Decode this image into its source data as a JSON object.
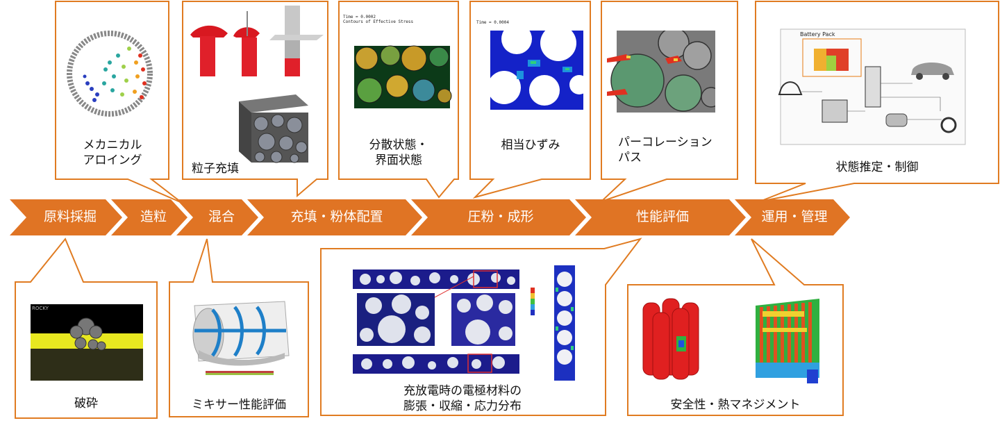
{
  "colors": {
    "accent": "#e07b21",
    "chevron": "#e07424"
  },
  "process_steps": [
    {
      "label": "原料採掘"
    },
    {
      "label": "造粒"
    },
    {
      "label": "混合"
    },
    {
      "label": "充填・粉体配置"
    },
    {
      "label": "圧粉・成形"
    },
    {
      "label": "性能評価"
    },
    {
      "label": "運用・管理"
    }
  ],
  "callouts_top": [
    {
      "label_line1": "メカニカル",
      "label_line2": "アロイング",
      "icon": "ball-mill-simulation-icon"
    },
    {
      "label": "粒子充填",
      "icon": "particle-packing-icon"
    },
    {
      "label_line1": "分散状態・",
      "label_line2": "界面状態",
      "icon": "dispersion-stress-contour-icon"
    },
    {
      "label": "相当ひずみ",
      "icon": "equivalent-strain-contour-icon"
    },
    {
      "label_line1": "パーコレーション",
      "label_line2": "パス",
      "icon": "percolation-path-icon"
    },
    {
      "label": "状態推定・制御",
      "icon": "battery-system-model-icon",
      "inner_text": "Battery Pack"
    }
  ],
  "callouts_bottom": [
    {
      "label": "破砕",
      "icon": "crushing-simulation-icon",
      "inner_text": "ROCKY"
    },
    {
      "label": "ミキサー性能評価",
      "icon": "mixer-simulation-icon"
    },
    {
      "label_line1": "充放電時の電極材料の",
      "label_line2": "膨張・収縮・応力分布",
      "icon": "electrode-stress-distribution-icon"
    },
    {
      "label": "安全性・熱マネジメント",
      "icon": "thermal-management-icon"
    }
  ]
}
